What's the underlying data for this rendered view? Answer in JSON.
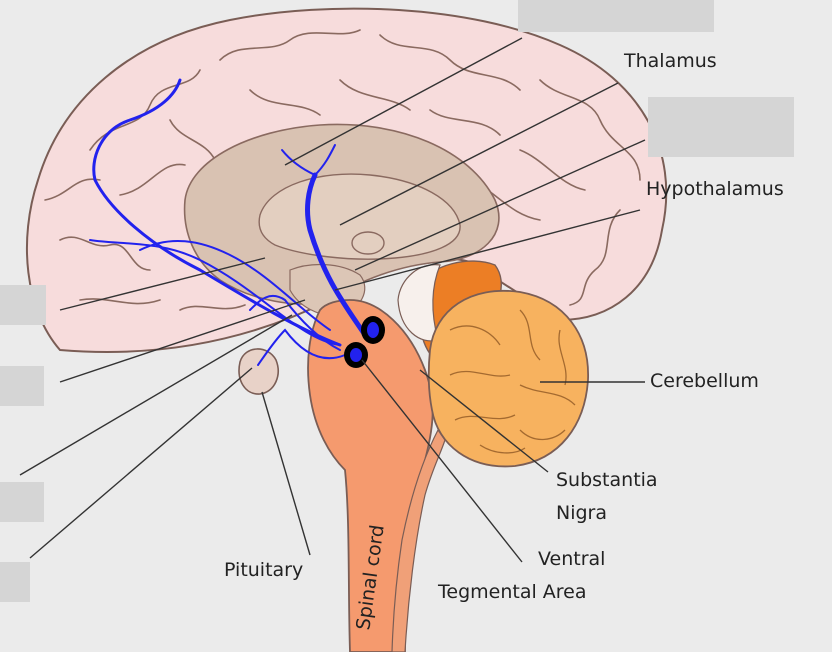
{
  "labels": {
    "thalamus": "Thalamus",
    "hypothalamus": "Hypothalamus",
    "cerebellum": "Cerebellum",
    "substantia_nigra_1": "Substantia",
    "substantia_nigra_2": "Nigra",
    "ventral_tegmental_1": "Ventral",
    "ventral_tegmental_2": "Tegmental Area",
    "pituitary": "Pituitary",
    "spinal_cord": "Spinal cord"
  },
  "colors": {
    "background": "#ebebeb",
    "cortex": "#f7dcdc",
    "inner_brain": "#d9c2b2",
    "brainstem": "#f59a6e",
    "cerebellum": "#f7b25f",
    "midbrain_dark": "#ec7e25",
    "dopamine_pathway": "#2222ee",
    "hidden_label_box": "#d5d5d5",
    "outline": "#7a5d55"
  },
  "icons": {
    "neuron_cluster": "dopamine-neuron-cluster-icon"
  }
}
